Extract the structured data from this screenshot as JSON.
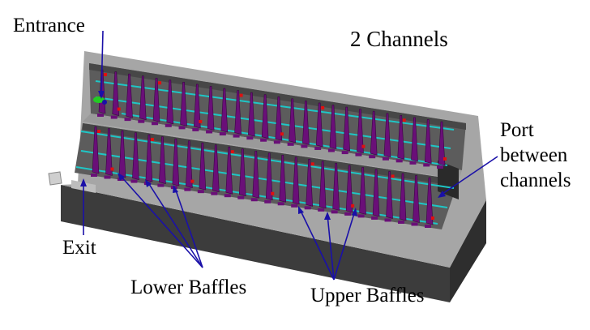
{
  "figure": {
    "title": "2 Channels",
    "labels": {
      "entrance": "Entrance",
      "port": "Port\nbetween\nchannels",
      "exit": "Exit",
      "lower_baffles": "Lower Baffles",
      "upper_baffles": "Upper Baffles"
    }
  },
  "colors": {
    "housing_top": "#a6a6a6",
    "housing_side": "#8c8c8c",
    "housing_dark": "#3c3c3c",
    "channel_floor": "#5a5a5a",
    "baffle": "#6a0f78",
    "baffle_edge": "#3a0544",
    "rail": "#1fc6c6",
    "marker_red": "#e01010",
    "arrow": "#1a10a8",
    "inlet_green": "#22cc22"
  },
  "baffle_rows": {
    "upper_channel_count": 26,
    "lower_channel_count": 26
  }
}
